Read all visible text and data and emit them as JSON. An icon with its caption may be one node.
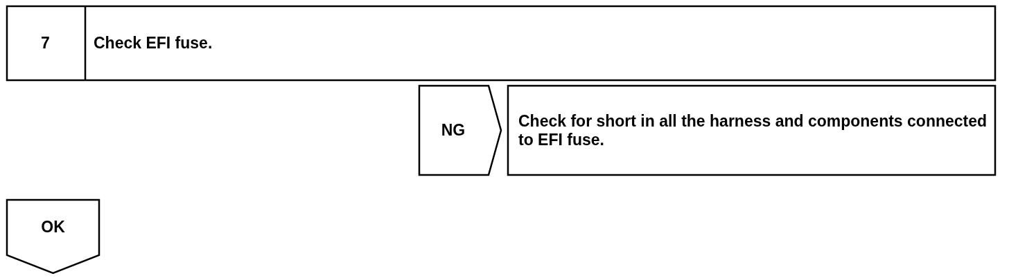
{
  "diagram": {
    "nodes": [
      {
        "text": [
          "7",
          "Check EFI fuse."
        ]
      },
      {
        "text": [
          "NG"
        ]
      },
      {
        "text": [
          "Check for short in all the harness and components connected to EFI fuse."
        ]
      },
      {
        "text": [
          "OK"
        ]
      }
    ]
  }
}
